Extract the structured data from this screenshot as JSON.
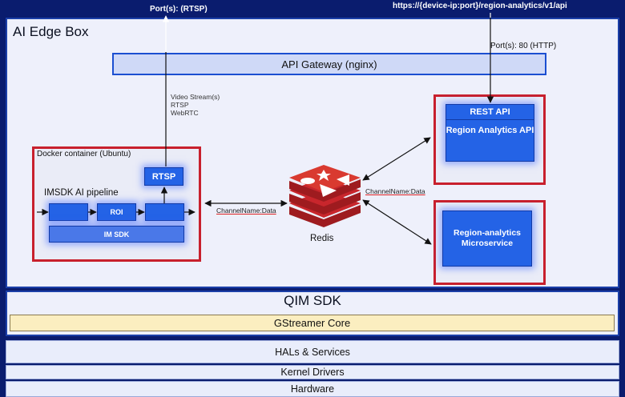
{
  "title": "AI Edge Box",
  "top_labels": {
    "rtsp_port": "Port(s): (RTSP)",
    "api_url": "https://{device-ip:port}/region-analytics/v1/api"
  },
  "http_port": "Port(s): 80 (HTTP)",
  "api_gateway": "API Gateway (nginx)",
  "stream_labels": [
    "Video Stream(s)",
    "RTSP",
    "WebRTC"
  ],
  "docker": {
    "label": "Docker container (Ubuntu)",
    "pipeline_label": "IMSDK AI pipeline",
    "rtsp": "RTSP",
    "roi": "ROI",
    "imsdk": "IM SDK"
  },
  "rest": {
    "title": "REST API",
    "service": "Region Analytics API"
  },
  "microservice": "Region-analytics Microservice",
  "redis": {
    "label": "Redis",
    "channel_left": "ChannelName:Data",
    "channel_right": "ChannelName:Data"
  },
  "qim_sdk": "QIM SDK",
  "gstreamer": "GStreamer Core",
  "layers": {
    "hals": "HALs & Services",
    "kernel": "Kernel Drivers",
    "hardware": "Hardware"
  },
  "colors": {
    "background": "#0a1c6e",
    "component_blue": "#2463e6",
    "red_border": "#c8202d",
    "redis_red": "#c8262c",
    "gstreamer": "#fbeec0"
  }
}
